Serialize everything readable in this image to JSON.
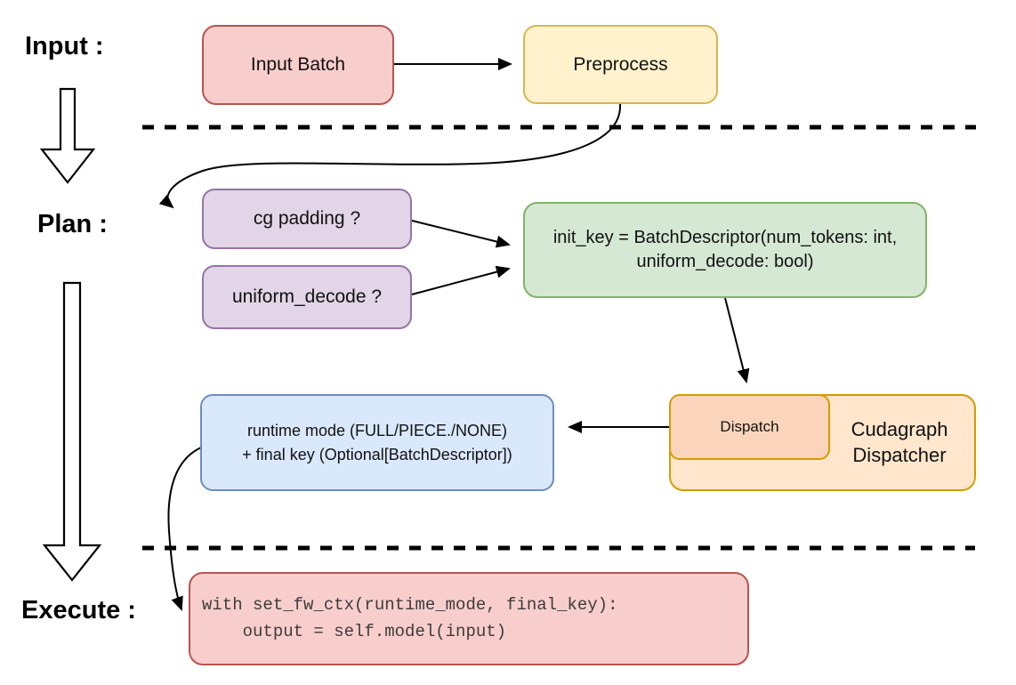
{
  "labels": {
    "input": "Input :",
    "plan": "Plan :",
    "execute": "Execute :"
  },
  "nodes": {
    "input_batch": "Input Batch",
    "preprocess": "Preprocess",
    "cg_padding": "cg padding ?",
    "uniform_decode": "uniform_decode ?",
    "init_key_line1": "init_key = BatchDescriptor(num_tokens: int,",
    "init_key_line2": "uniform_decode: bool)",
    "dispatch": "Dispatch",
    "cudagraph_line1": "Cudagraph",
    "cudagraph_line2": "Dispatcher",
    "runtime_line1": "runtime mode (FULL/PIECE./NONE)",
    "runtime_line2": "+ final key (Optional[BatchDescriptor])",
    "code_line1": "with set_fw_ctx(runtime_mode, final_key):",
    "code_line2": "    output = self.model(input)"
  },
  "colors": {
    "red_fill": "#f8cecc",
    "red_border": "#b85450",
    "yellow_fill": "#fff2cc",
    "yellow_border": "#d6b656",
    "purple_fill": "#e1d5e7",
    "purple_border": "#9673a6",
    "green_fill": "#d5e8d4",
    "green_border": "#82b366",
    "blue_fill": "#dae8fc",
    "blue_border": "#6c8ebf",
    "orange_outer_fill": "#ffe6cc",
    "orange_inner_fill": "#fbd5bb",
    "orange_border": "#d79b00",
    "line_color": "#000000"
  }
}
